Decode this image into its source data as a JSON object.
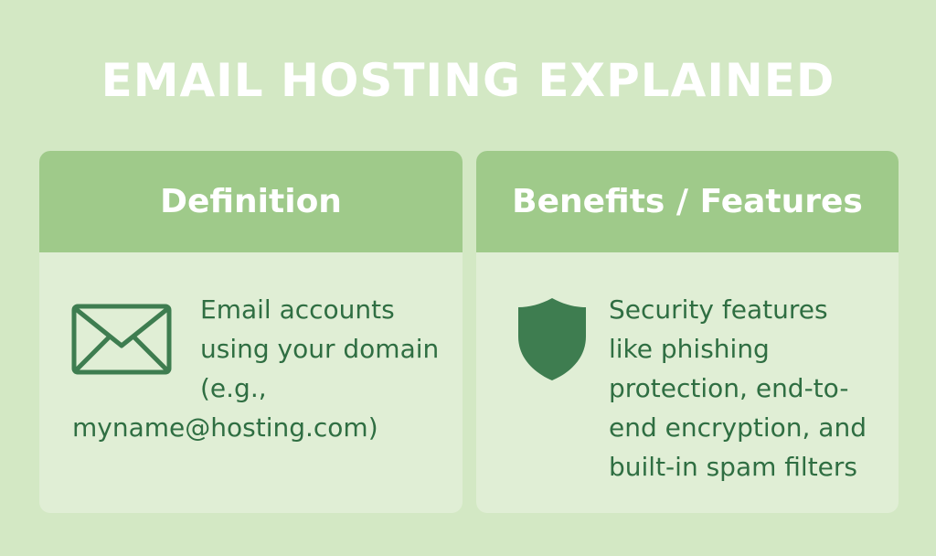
{
  "title": "EMAIL HOSTING EXPLAINED",
  "definition": {
    "heading": "Definition",
    "icon": "envelope-icon",
    "lines": [
      "Email accounts",
      "using your domain",
      "(e.g.,",
      "myname@hosting.com)"
    ]
  },
  "benefits": {
    "heading": "Benefits / Features",
    "icon": "shield-icon",
    "lines": [
      "Security features",
      "like phishing",
      "protection, end-to-",
      "end encryption, and",
      "built-in spam filters"
    ]
  },
  "colors": {
    "background": "#d3e8c4",
    "header": "#9fca8a",
    "card": "#e0eed5",
    "text": "#2f6e42",
    "icon": "#3e7d50"
  }
}
